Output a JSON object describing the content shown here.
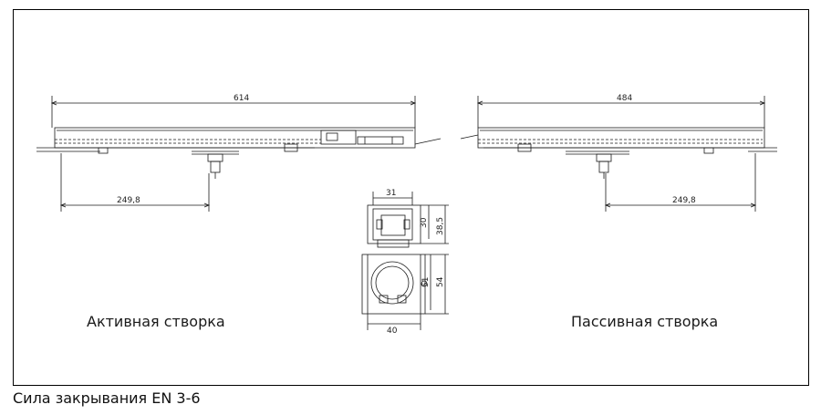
{
  "labels": {
    "active_leaf": "Активная створка",
    "passive_leaf": "Пассивная створка",
    "closing_force": "Сила закрывания EN 3-6"
  },
  "dimensions": {
    "active_length": "614",
    "active_arm": "249,8",
    "passive_length": "484",
    "passive_arm": "249,8",
    "top_width": "31",
    "top_height_inner": "30",
    "top_height_outer": "38,5",
    "base_height_inner": "51",
    "base_height_outer": "54",
    "base_width": "40"
  },
  "colors": {
    "line": "#1a1a1a",
    "frame": "#000000"
  }
}
